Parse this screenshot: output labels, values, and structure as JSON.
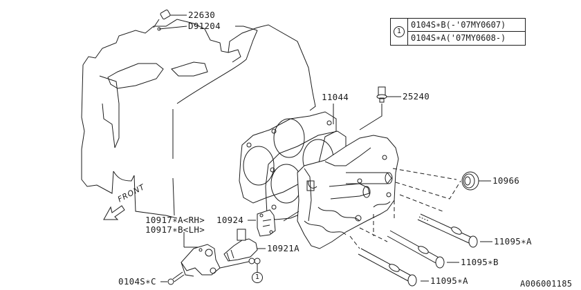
{
  "diagram": {
    "title": "Cylinder head assembly exploded view",
    "figure_id": "A006001185",
    "front_marker": "FRONT"
  },
  "legend": {
    "ref": "1",
    "rows": [
      "0104S∗B(-'07MY0607)",
      "0104S∗A('07MY0608-)"
    ]
  },
  "parts": {
    "p22630": "22630",
    "pD91204": "D91204",
    "p11044": "11044",
    "p25240": "25240",
    "p10966": "10966",
    "p10917a": "10917∗A<RH>",
    "p10917b": "10917∗B<LH>",
    "p10924": "10924",
    "p10921a": "10921A",
    "p0104c": "0104S∗C",
    "p11095a_top": "11095∗A",
    "p11095b": "11095∗B",
    "p11095a_bot": "11095∗A",
    "ref_callout": "1"
  }
}
